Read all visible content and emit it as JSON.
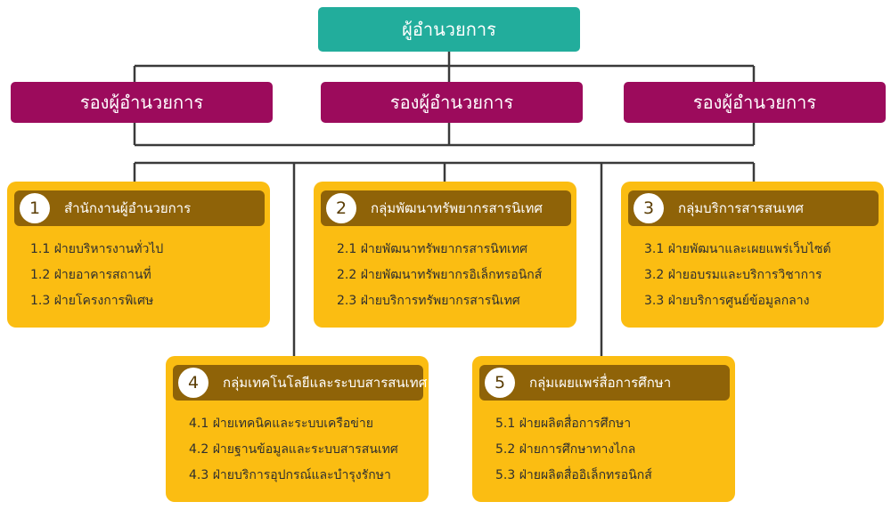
{
  "director": {
    "label": "ผู้อำนวยการ"
  },
  "deputies": [
    {
      "label": "รองผู้อำนวยการ"
    },
    {
      "label": "รองผู้อำนวยการ"
    },
    {
      "label": "รองผู้อำนวยการ"
    }
  ],
  "units": [
    {
      "number": "1",
      "title": "สำนักงานผู้อำนวยการ",
      "items": [
        "1.1 ฝ่ายบริหารงานทั่วไป",
        "1.2 ฝ่ายอาคารสถานที่",
        "1.3 ฝ่ายโครงการพิเศษ"
      ]
    },
    {
      "number": "2",
      "title": "กลุ่มพัฒนาทรัพยากรสารนิเทศ",
      "items": [
        "2.1 ฝ่ายพัฒนาทรัพยากรสารนิทเทศ",
        "2.2 ฝ่ายพัฒนาทรัพยากรอิเล็กทรอนิกส์",
        "2.3 ฝ่ายบริการทรัพยากรสารนิเทศ"
      ]
    },
    {
      "number": "3",
      "title": "กลุ่มบริการสารสนเทศ",
      "items": [
        "3.1 ฝ่ายพัฒนาและเผยแพร่เว็บไซต์",
        "3.2 ฝ่ายอบรมและบริการวิชาการ",
        "3.3 ฝ่ายบริการศูนย์ข้อมูลกลาง"
      ]
    },
    {
      "number": "4",
      "title": "กลุ่มเทคโนโลยีและระบบสารสนเทศ",
      "items": [
        "4.1 ฝ่ายเทคนิคและระบบเครือข่าย",
        "4.2 ฝ่ายฐานข้อมูลและระบบสารสนเทศ",
        "4.3 ฝ่ายบริการอุปกรณ์และบำรุงรักษา"
      ]
    },
    {
      "number": "5",
      "title": "กลุ่มเผยแพร่สื่อการศึกษา",
      "items": [
        "5.1 ฝ่ายผลิตสื่อการศึกษา",
        "5.2 ฝ่ายการศึกษาทางไกล",
        "5.3 ฝ่ายผลิตสื่ออิเล็กทรอนิกส์"
      ]
    }
  ],
  "colors": {
    "director": "#22ad9c",
    "deputy": "#9c0b5c",
    "card": "#fbbd12",
    "card_header": "#8f6308",
    "connector": "#3a3a3a"
  }
}
